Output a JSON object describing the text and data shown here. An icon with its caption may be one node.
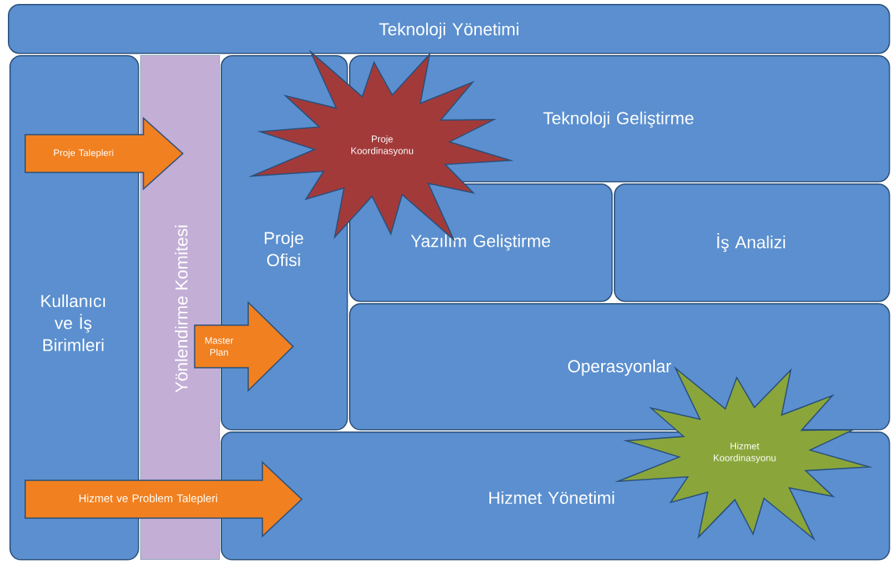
{
  "diagram": {
    "nodes": [
      {
        "text": [
          "Teknoloji Yönetimi"
        ]
      },
      {
        "text": [
          "Kullanıcı ve İş Birimleri"
        ]
      },
      {
        "text": [
          "Yönlendirme Komitesi"
        ]
      },
      {
        "text": [
          "Proje Ofisi"
        ]
      },
      {
        "text": [
          "Teknoloji Geliştirme"
        ]
      },
      {
        "text": [
          "Yazılım Geliştirme"
        ]
      },
      {
        "text": [
          "İş Analizi"
        ]
      },
      {
        "text": [
          "Operasyonlar"
        ]
      },
      {
        "text": [
          "Hizmet Yönetimi"
        ]
      },
      {
        "text": [
          "Proje Koordinasyonu"
        ]
      },
      {
        "text": [
          "Hizmet Koordinasyonu"
        ]
      }
    ],
    "edges": [
      {
        "from": 1,
        "to": 2,
        "arrow": "to",
        "label": "Proje Talepleri"
      },
      {
        "from": 2,
        "to": 3,
        "arrow": "to",
        "label": "Master Plan"
      },
      {
        "from": 1,
        "to": 8,
        "arrow": "to",
        "label": "Hizmet ve Problem Talepleri"
      }
    ]
  }
}
